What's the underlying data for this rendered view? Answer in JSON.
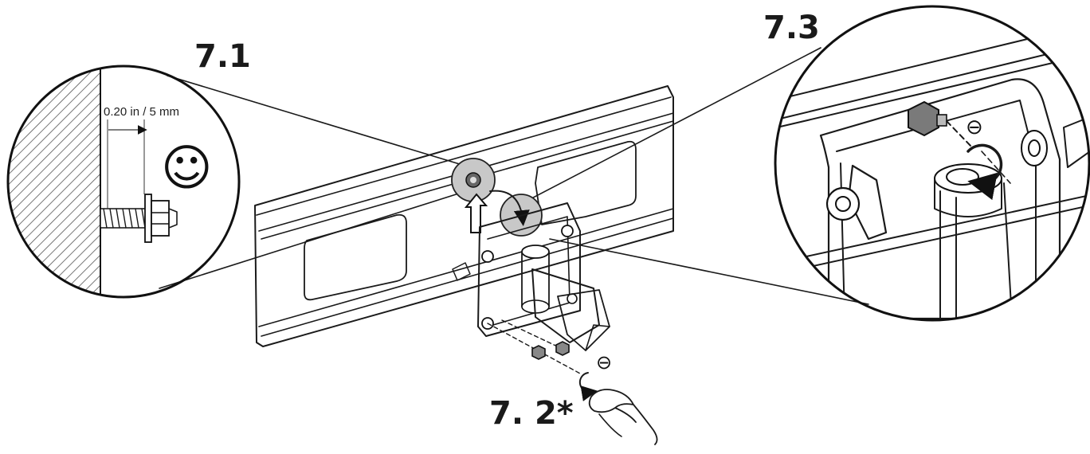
{
  "steps": {
    "step1": "7.1",
    "step2": "7. 2*",
    "step3": "7.3"
  },
  "detail1": {
    "dimension_label": "0.20 in / 5 mm",
    "smiley": "☺"
  },
  "symbols": {
    "minus_symbol": "⊖"
  }
}
